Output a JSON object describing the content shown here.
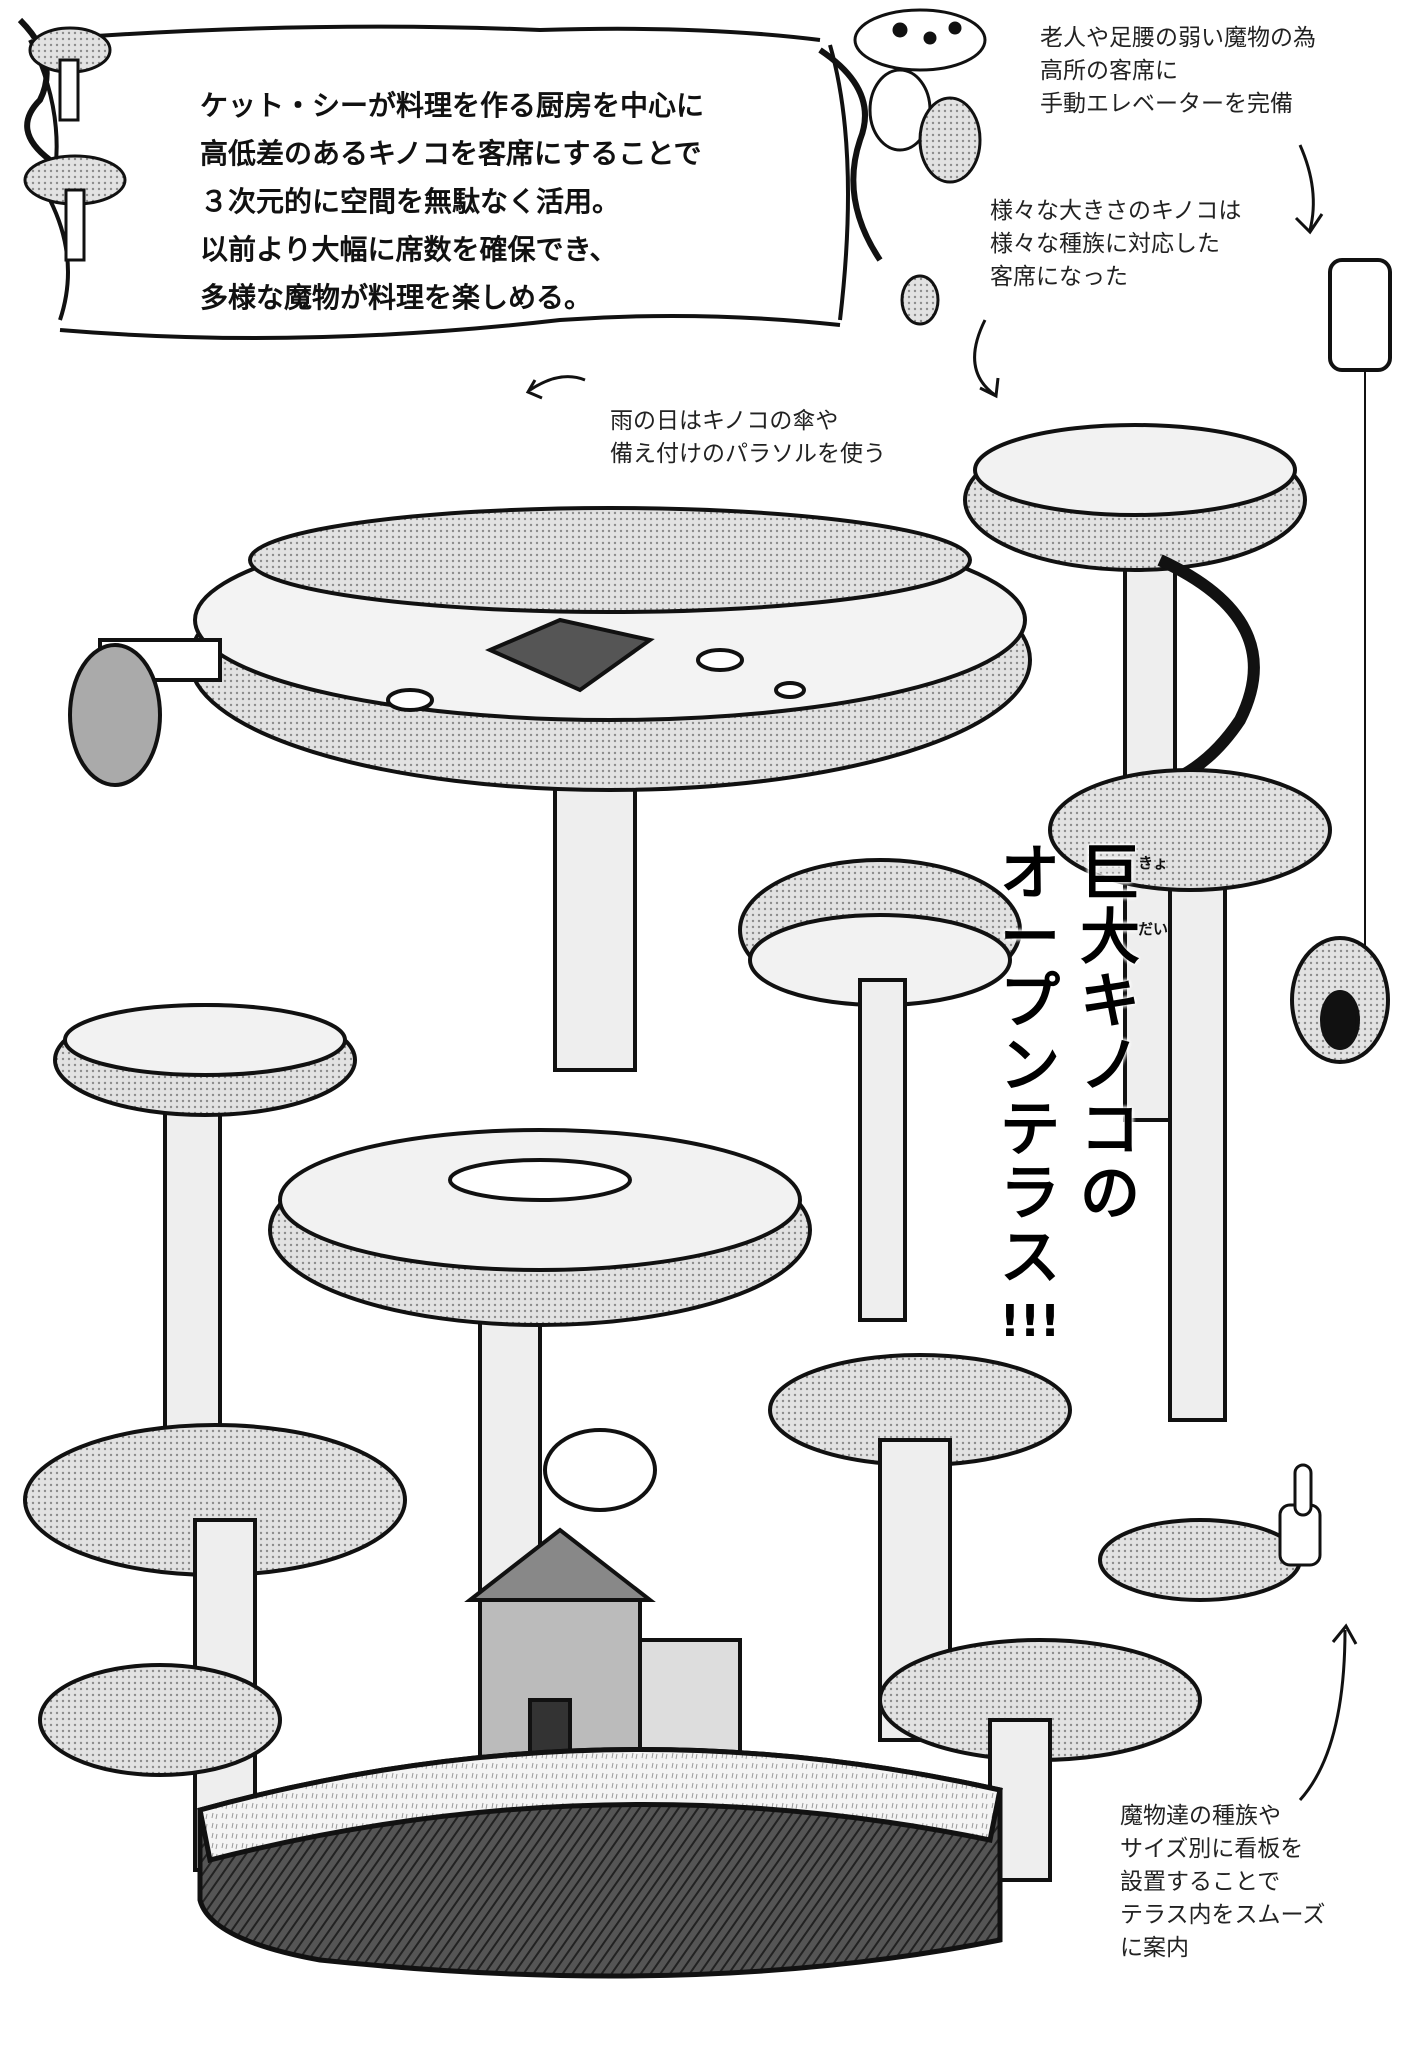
{
  "intro_box": {
    "lines": [
      "ケット・シーが料理を作る厨房を中心に",
      "高低差のあるキノコを客席にすることで",
      "３次元的に空間を無駄なく活用。",
      "以前より大幅に席数を確保でき、",
      "多様な魔物が料理を楽しめる。"
    ]
  },
  "notes": {
    "elevator": [
      "老人や足腰の弱い魔物の為",
      "高所の客席に",
      "手動エレベーターを完備"
    ],
    "sizes": [
      "様々な大きさのキノコは",
      "様々な種族に対応した",
      "客席になった"
    ],
    "rain": [
      "雨の日はキノコの傘や",
      "備え付けのパラソルを使う"
    ],
    "signs": [
      "魔物達の種族や",
      "サイズ別に看板を",
      "設置することで",
      "テラス内をスムーズ",
      "に案内"
    ]
  },
  "title": {
    "line1": [
      "巨",
      "大",
      "キ",
      "ノ",
      "コ",
      "の"
    ],
    "line2": [
      "オ",
      "ー",
      "プ",
      "ン",
      "テ",
      "ラ",
      "ス",
      "!!!"
    ],
    "furigana_kyo": "きょ",
    "furigana_dai": "だい"
  },
  "colors": {
    "ink": "#111111",
    "screentone": "#c8c8c8",
    "mid_tone": "#9a9a9a",
    "dark": "#2a2a2a"
  }
}
